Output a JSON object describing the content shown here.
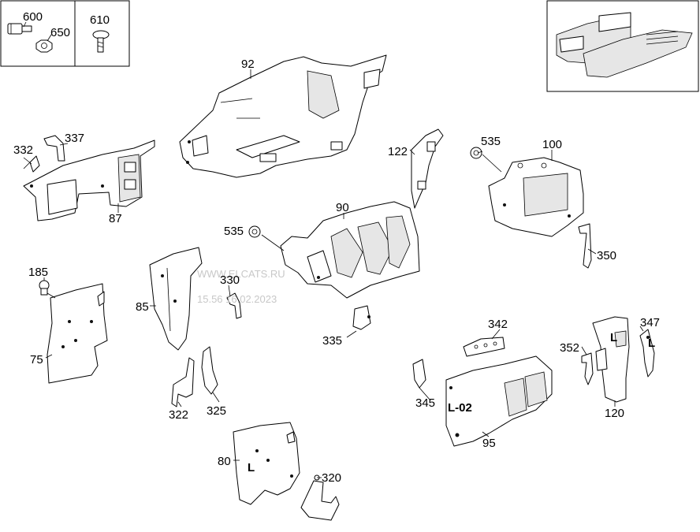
{
  "labels": {
    "p600": "600",
    "p650": "650",
    "p610": "610",
    "p92": "92",
    "p337": "337",
    "p332": "332",
    "p87": "87",
    "p122": "122",
    "p535a": "535",
    "p100": "100",
    "p535b": "535",
    "p90": "90",
    "p350": "350",
    "p185": "185",
    "p330": "330",
    "p85": "85",
    "p75": "75",
    "p335": "335",
    "p342": "342",
    "p347": "347",
    "p352": "352",
    "p345": "345",
    "p120": "120",
    "p95": "95",
    "p322": "322",
    "p325": "325",
    "p80": "80",
    "p320": "320"
  },
  "stamps": {
    "l02": "L-02",
    "l_mark_a": "L",
    "l_mark_b": "L",
    "l_mark_c": "L"
  },
  "watermark": {
    "line1": "WWW.ELCATS.RU",
    "line2": "15.56 16.02.2023"
  }
}
